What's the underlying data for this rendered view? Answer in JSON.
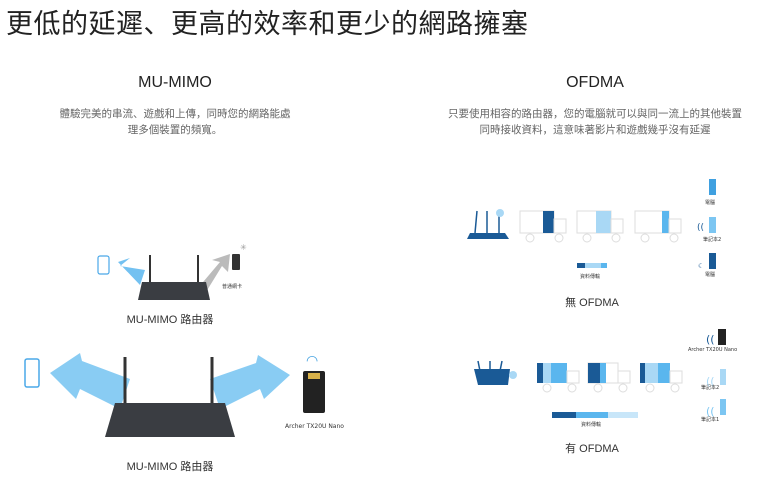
{
  "title": "更低的延遲、更高的效率和更少的網路擁塞",
  "mumimo": {
    "heading": "MU-MIMO",
    "desc_line1": "體驗完美的串流、遊戲和上傳，同時您的網路能處",
    "desc_line2": "理多個裝置的頻寬。",
    "top_caption": "MU-MIMO 路由器",
    "top_adapter_label": "普通網卡",
    "bottom_caption": "MU-MIMO 路由器",
    "bottom_adapter_label": "Archer TX20U Nano"
  },
  "ofdma": {
    "heading": "OFDMA",
    "desc_line1": "只要使用相容的路由器，您的電腦就可以與同一流上的其他裝置",
    "desc_line2": "同時接收資料，這意味著影片和遊戲幾乎沒有延遲",
    "without": {
      "caption": "無 OFDMA",
      "device_labels": [
        "電腦",
        "筆記本2",
        "電腦"
      ],
      "bar_label": "資料傳輸"
    },
    "with": {
      "caption": "有 OFDMA",
      "device_labels": [
        "Archer TX20U Nano",
        "筆記本2",
        "筆記本1"
      ],
      "bar_label": "資料傳輸"
    }
  },
  "colors": {
    "dark_blue": "#1a5a96",
    "mid_blue": "#3fa0e0",
    "light_blue": "#a9d8f5",
    "router": "#3a3d42"
  }
}
